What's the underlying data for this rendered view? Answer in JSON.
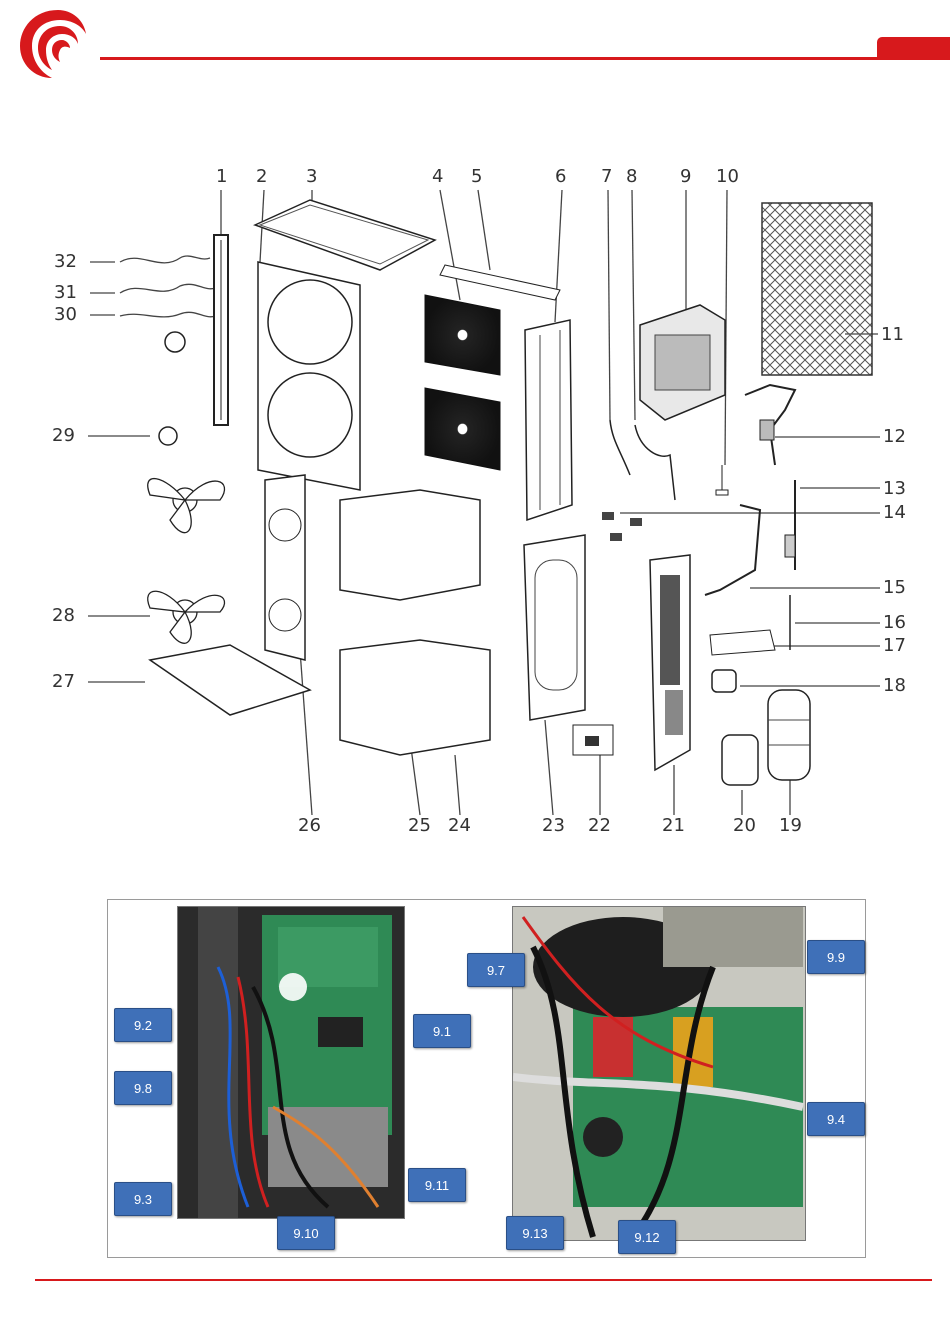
{
  "brand": {
    "accent_color": "#d7191c",
    "logo_icon": "red-spiral-logo"
  },
  "diagram": {
    "labels": {
      "n1": "1",
      "n2": "2",
      "n3": "3",
      "n4": "4",
      "n5": "5",
      "n6": "6",
      "n7": "7",
      "n8": "8",
      "n9": "9",
      "n10": "10",
      "n11": "11",
      "n12": "12",
      "n13": "13",
      "n14": "14",
      "n15": "15",
      "n16": "16",
      "n17": "17",
      "n18": "18",
      "n19": "19",
      "n20": "20",
      "n21": "21",
      "n22": "22",
      "n23": "23",
      "n24": "24",
      "n25": "25",
      "n26": "26",
      "n27": "27",
      "n28": "28",
      "n29": "29",
      "n30": "30",
      "n31": "31",
      "n32": "32"
    }
  },
  "photos": {
    "left_callouts": {
      "c92": "9.2",
      "c91": "9.1",
      "c98": "9.8",
      "c93": "9.3",
      "c910": "9.10",
      "c911": "9.11"
    },
    "right_callouts": {
      "c97": "9.7",
      "c99": "9.9",
      "c94": "9.4",
      "c913": "9.13",
      "c912": "9.12"
    }
  }
}
